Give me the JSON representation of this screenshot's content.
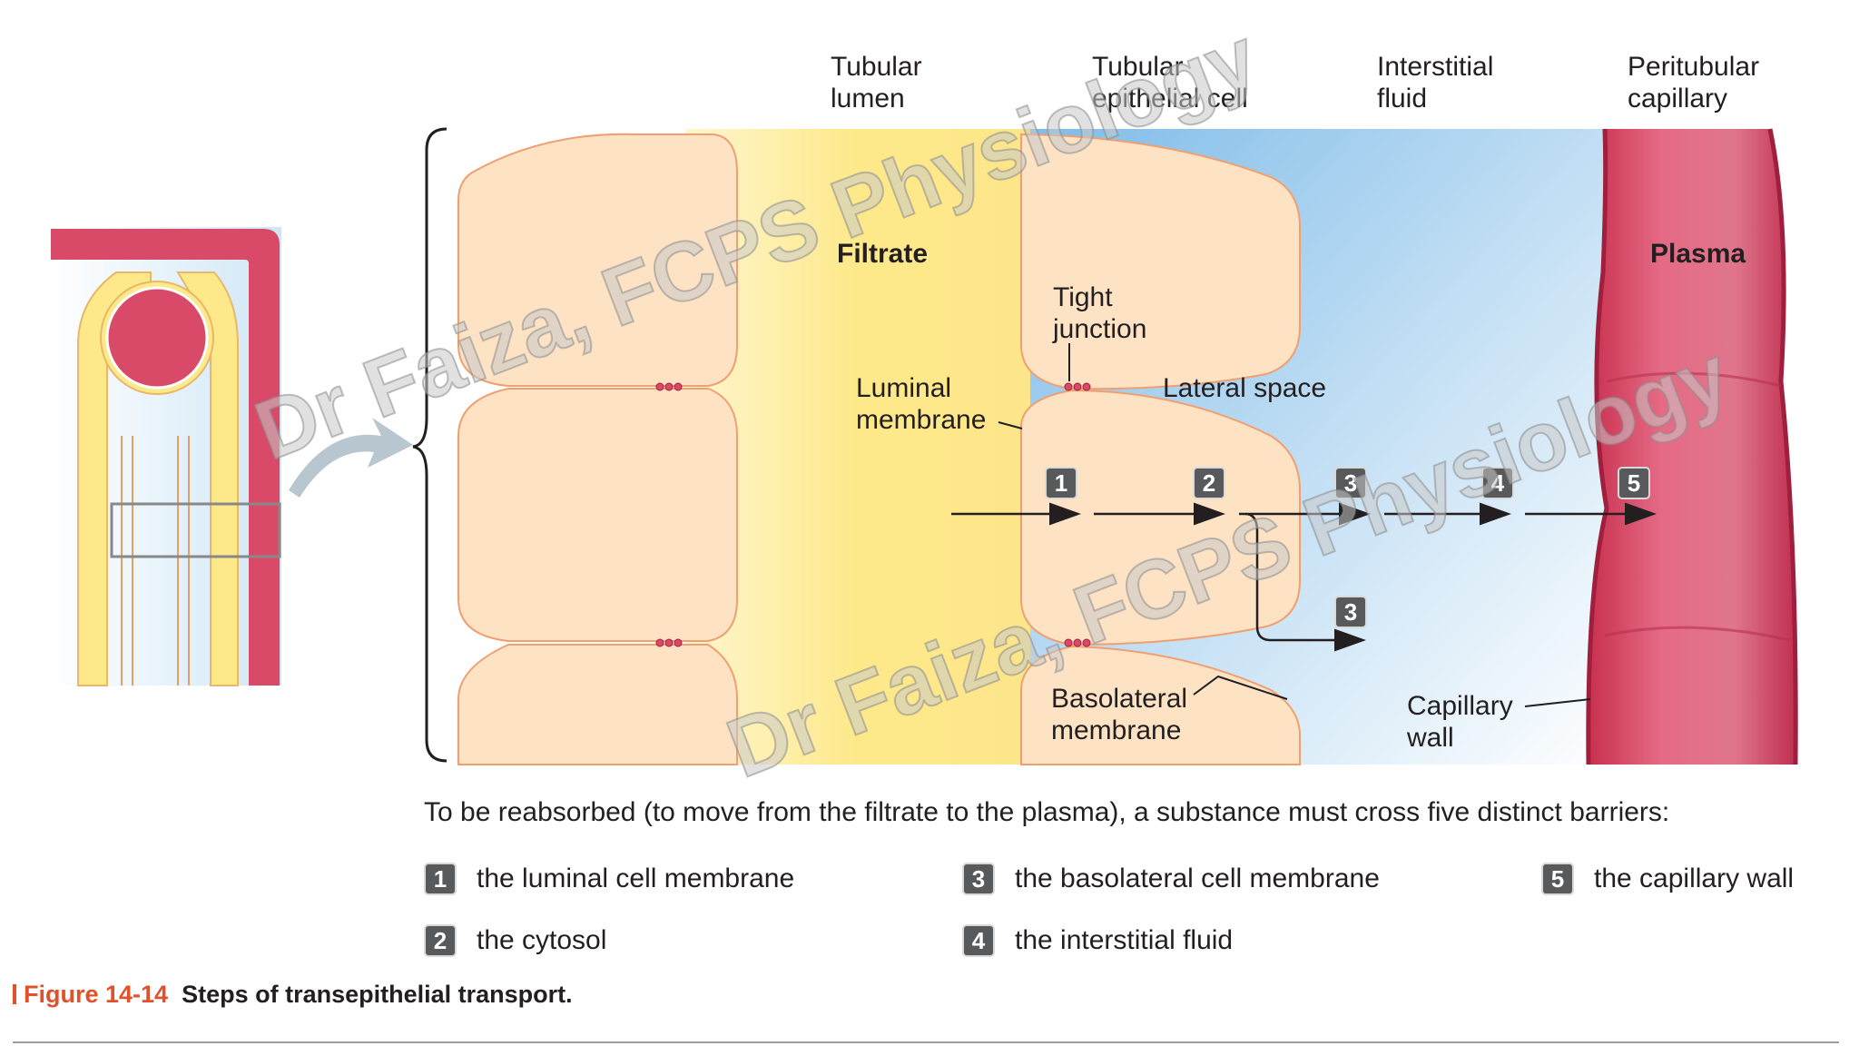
{
  "headers": {
    "lumen": "Tubular\nlumen",
    "cell": "Tubular\nepithelial cell",
    "interstitial": "Interstitial\nfluid",
    "capillary": "Peritubular\ncapillary"
  },
  "labels": {
    "filtrate": "Filtrate",
    "plasma": "Plasma",
    "tight_junction": "Tight\njunction",
    "lateral_space": "Lateral space",
    "luminal_membrane": "Luminal\nmembrane",
    "basolateral_membrane": "Basolateral\nmembrane",
    "capillary_wall": "Capillary\nwall"
  },
  "steps": [
    "1",
    "2",
    "3",
    "4",
    "5",
    "3"
  ],
  "intro": "To be reabsorbed (to move from the filtrate to the plasma), a substance must cross five distinct barriers:",
  "legend": [
    {
      "num": "1",
      "text": "the luminal cell membrane"
    },
    {
      "num": "2",
      "text": "the cytosol"
    },
    {
      "num": "3",
      "text": "the basolateral cell membrane"
    },
    {
      "num": "4",
      "text": "the interstitial fluid"
    },
    {
      "num": "5",
      "text": "the capillary wall"
    }
  ],
  "caption": {
    "figure": "Figure 14-14",
    "title": "Steps of transepithelial transport."
  },
  "watermark": "Dr Faiza, FCPS Physiology",
  "colors": {
    "cell": "#fde3c4",
    "cell_border": "#f0a070",
    "filtrate": "#fde98a",
    "interstitial": "#a8d2f0",
    "capillary": "#d94a68",
    "badge": "#58595b",
    "caption_accent": "#e0522b"
  }
}
